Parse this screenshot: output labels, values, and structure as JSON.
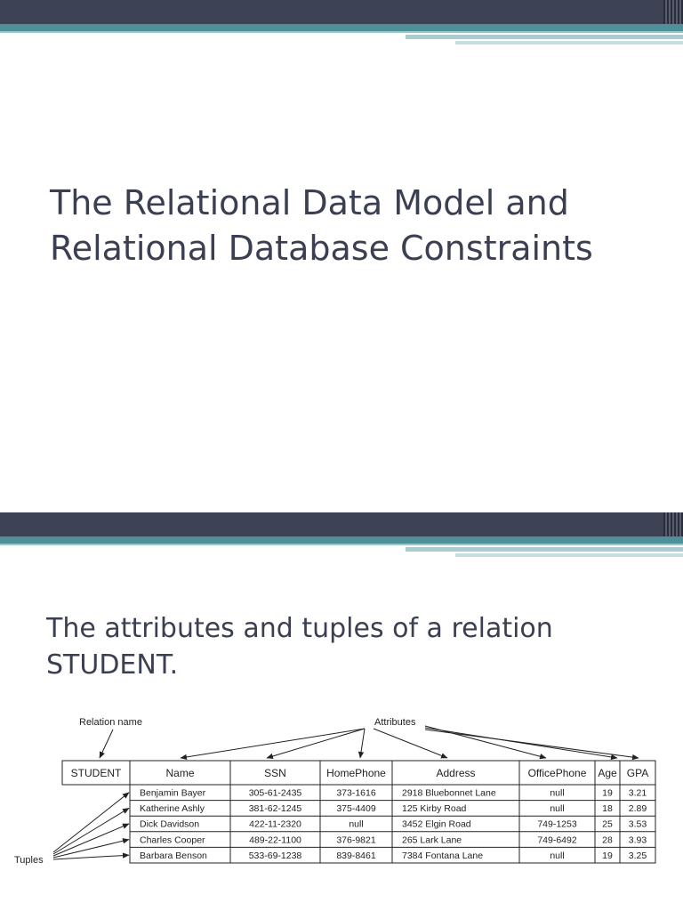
{
  "slide1": {
    "title": "The Relational Data Model and Relational Database Constraints"
  },
  "slide2": {
    "title": "The attributes and tuples of a relation STUDENT."
  },
  "figure": {
    "relation_name_label": "Relation name",
    "attributes_label": "Attributes",
    "tuples_label": "Tuples",
    "relation": "STUDENT",
    "columns": [
      "Name",
      "SSN",
      "HomePhone",
      "Address",
      "OfficePhone",
      "Age",
      "GPA"
    ],
    "rows": [
      [
        "Benjamin Bayer",
        "305-61-2435",
        "373-1616",
        "2918 Bluebonnet Lane",
        "null",
        "19",
        "3.21"
      ],
      [
        "Katherine Ashly",
        "381-62-1245",
        "375-4409",
        "125 Kirby Road",
        "null",
        "18",
        "2.89"
      ],
      [
        "Dick Davidson",
        "422-11-2320",
        "null",
        "3452 Elgin Road",
        "749-1253",
        "25",
        "3.53"
      ],
      [
        "Charles Cooper",
        "489-22-1100",
        "376-9821",
        "265 Lark Lane",
        "749-6492",
        "28",
        "3.93"
      ],
      [
        "Barbara Benson",
        "533-69-1238",
        "839-8461",
        "7384 Fontana Lane",
        "null",
        "19",
        "3.25"
      ]
    ]
  }
}
